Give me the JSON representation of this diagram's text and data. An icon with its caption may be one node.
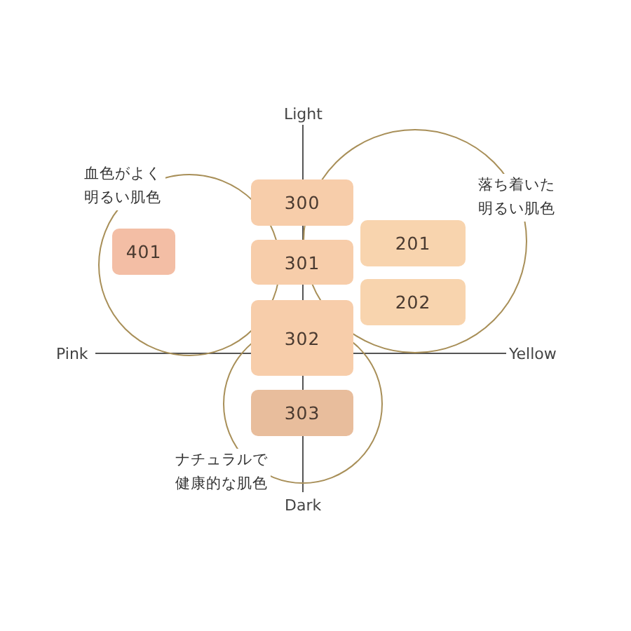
{
  "diagram": {
    "nodes": [
      {
        "text": [
          "血色がよく明るい肌色"
        ]
      },
      {
        "text": [
          "落ち着いた明るい肌色"
        ]
      },
      {
        "text": [
          "ナチュラルで健康的な肌色"
        ]
      },
      {
        "text": [
          "300"
        ]
      },
      {
        "text": [
          "301"
        ]
      },
      {
        "text": [
          "302"
        ]
      },
      {
        "text": [
          "401"
        ],
        "in": 0
      },
      {
        "text": [
          "201"
        ],
        "in": 1
      },
      {
        "text": [
          "202"
        ],
        "in": 1
      },
      {
        "text": [
          "303"
        ],
        "in": 2
      }
    ],
    "labels": [
      "Light",
      "Pink",
      "Yellow",
      "Dark"
    ]
  }
}
